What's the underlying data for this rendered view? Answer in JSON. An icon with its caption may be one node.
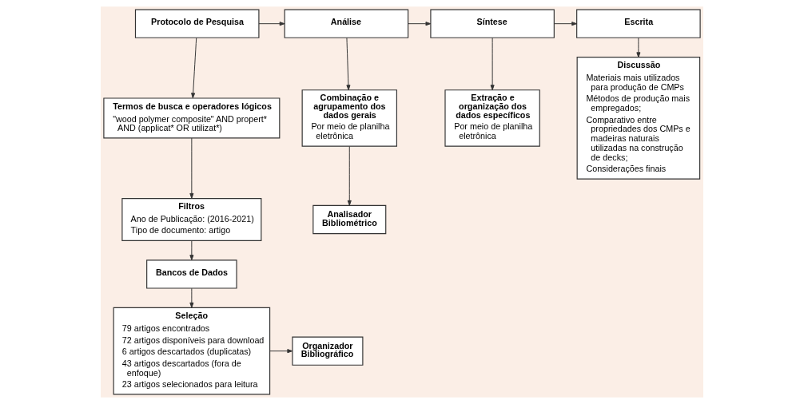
{
  "diagram": {
    "nodes": [
      {
        "text": [
          "Protocolo de Pesquisa"
        ]
      },
      {
        "text": [
          "Análise"
        ]
      },
      {
        "text": [
          "Síntese"
        ]
      },
      {
        "text": [
          "Escrita"
        ]
      },
      {
        "text": [
          "Termos de busca e operadores lógicos",
          "\"wood polymer composite\" AND propert* AND (applicat* OR utilizat*)"
        ]
      },
      {
        "text": [
          "Combinação e agrupamento dos dados gerais",
          "Por meio de planilha eletrônica"
        ]
      },
      {
        "text": [
          "Extração e organização dos dados específicos",
          "Por meio de planilha eletrônica"
        ]
      },
      {
        "text": [
          "Discussão",
          "Materiais mais utilizados para produção de CMPs",
          "Métodos de produção mais empregados;",
          "Comparativo entre propriedades dos CMPs e madeiras naturais utilizadas na construção de decks;",
          "Considerações finais"
        ]
      },
      {
        "text": [
          "Filtros",
          "Ano de Publicação: (2016-2021)",
          "Tipo de documento: artigo"
        ]
      },
      {
        "text": [
          "Analisador Bibliométrico"
        ]
      },
      {
        "text": [
          "Bancos de Dados"
        ]
      },
      {
        "text": [
          "Seleção",
          "79 artigos encontrados",
          "72 artigos disponíveis para download",
          "6 artigos descartados (duplicatas)",
          "43 artigos descartados (fora de enfoque)",
          "23 artigos selecionados para leitura"
        ]
      },
      {
        "text": [
          "Organizador Bibliográfico"
        ]
      }
    ],
    "edges": [
      {
        "from": 0,
        "to": 1,
        "arrow": "to"
      },
      {
        "from": 1,
        "to": 2,
        "arrow": "to"
      },
      {
        "from": 2,
        "to": 3,
        "arrow": "to"
      },
      {
        "from": 0,
        "to": 4,
        "arrow": "to"
      },
      {
        "from": 1,
        "to": 5,
        "arrow": "to"
      },
      {
        "from": 2,
        "to": 6,
        "arrow": "to"
      },
      {
        "from": 3,
        "to": 7,
        "arrow": "to"
      },
      {
        "from": 4,
        "to": 8,
        "arrow": "to"
      },
      {
        "from": 5,
        "to": 9,
        "arrow": "to"
      },
      {
        "from": 8,
        "to": 10,
        "arrow": "to"
      },
      {
        "from": 10,
        "to": 11,
        "arrow": "to"
      },
      {
        "from": 11,
        "to": 12,
        "arrow": "to"
      }
    ]
  }
}
